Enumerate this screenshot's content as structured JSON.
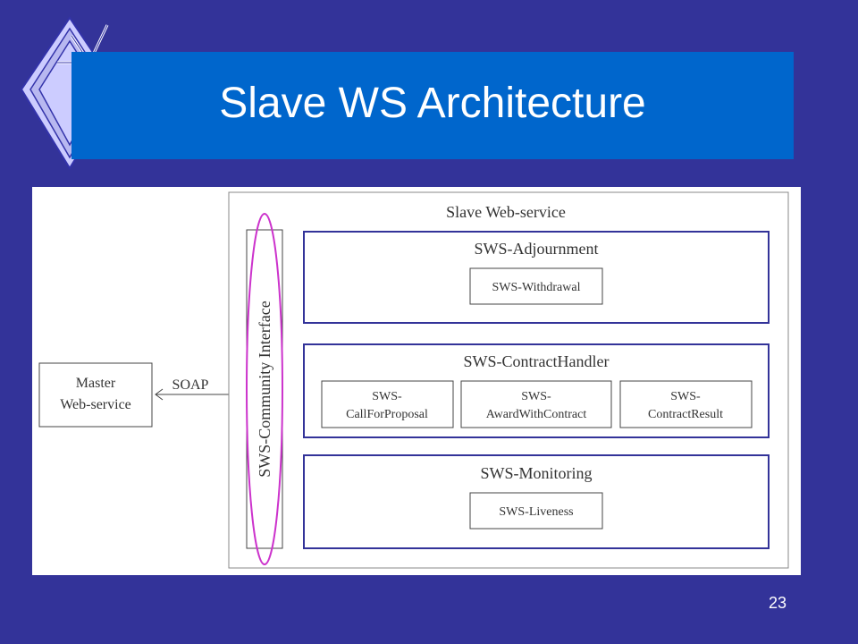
{
  "slide": {
    "title": "Slave WS Architecture",
    "page_number": "23",
    "colors": {
      "background": "#333399",
      "title_bar": "#0066CC",
      "module_border": "#333399",
      "highlight_ellipse": "#CC33CC"
    }
  },
  "diagram": {
    "master": {
      "line1": "Master",
      "line2": "Web-service"
    },
    "connector_label": "SOAP",
    "container_title": "Slave Web-service",
    "interface_label": "SWS-Community Interface",
    "modules": {
      "adjournment": {
        "title": "SWS-Adjournment",
        "components": [
          {
            "line1": "SWS-Withdrawal",
            "line2": ""
          }
        ]
      },
      "contract_handler": {
        "title": "SWS-ContractHandler",
        "components": [
          {
            "line1": "SWS-",
            "line2": "CallForProposal"
          },
          {
            "line1": "SWS-",
            "line2": "AwardWithContract"
          },
          {
            "line1": "SWS-",
            "line2": "ContractResult"
          }
        ]
      },
      "monitoring": {
        "title": "SWS-Monitoring",
        "components": [
          {
            "line1": "SWS-Liveness",
            "line2": ""
          }
        ]
      }
    }
  }
}
